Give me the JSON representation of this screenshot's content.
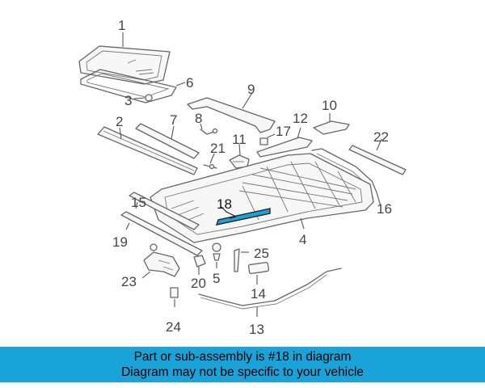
{
  "diagram": {
    "callouts": [
      "1",
      "2",
      "3",
      "4",
      "5",
      "6",
      "7",
      "8",
      "9",
      "10",
      "11",
      "12",
      "13",
      "14",
      "15",
      "16",
      "17",
      "18",
      "19",
      "20",
      "21",
      "22",
      "23",
      "24",
      "25"
    ],
    "highlighted_part": "18",
    "highlight_color": "#1aa3d9",
    "line_color": "#666666"
  },
  "banner": {
    "line1": "Part or sub-assembly is #18 in diagram",
    "line2": "Diagram may not be specific to your vehicle",
    "background": "#1aa3d9"
  }
}
